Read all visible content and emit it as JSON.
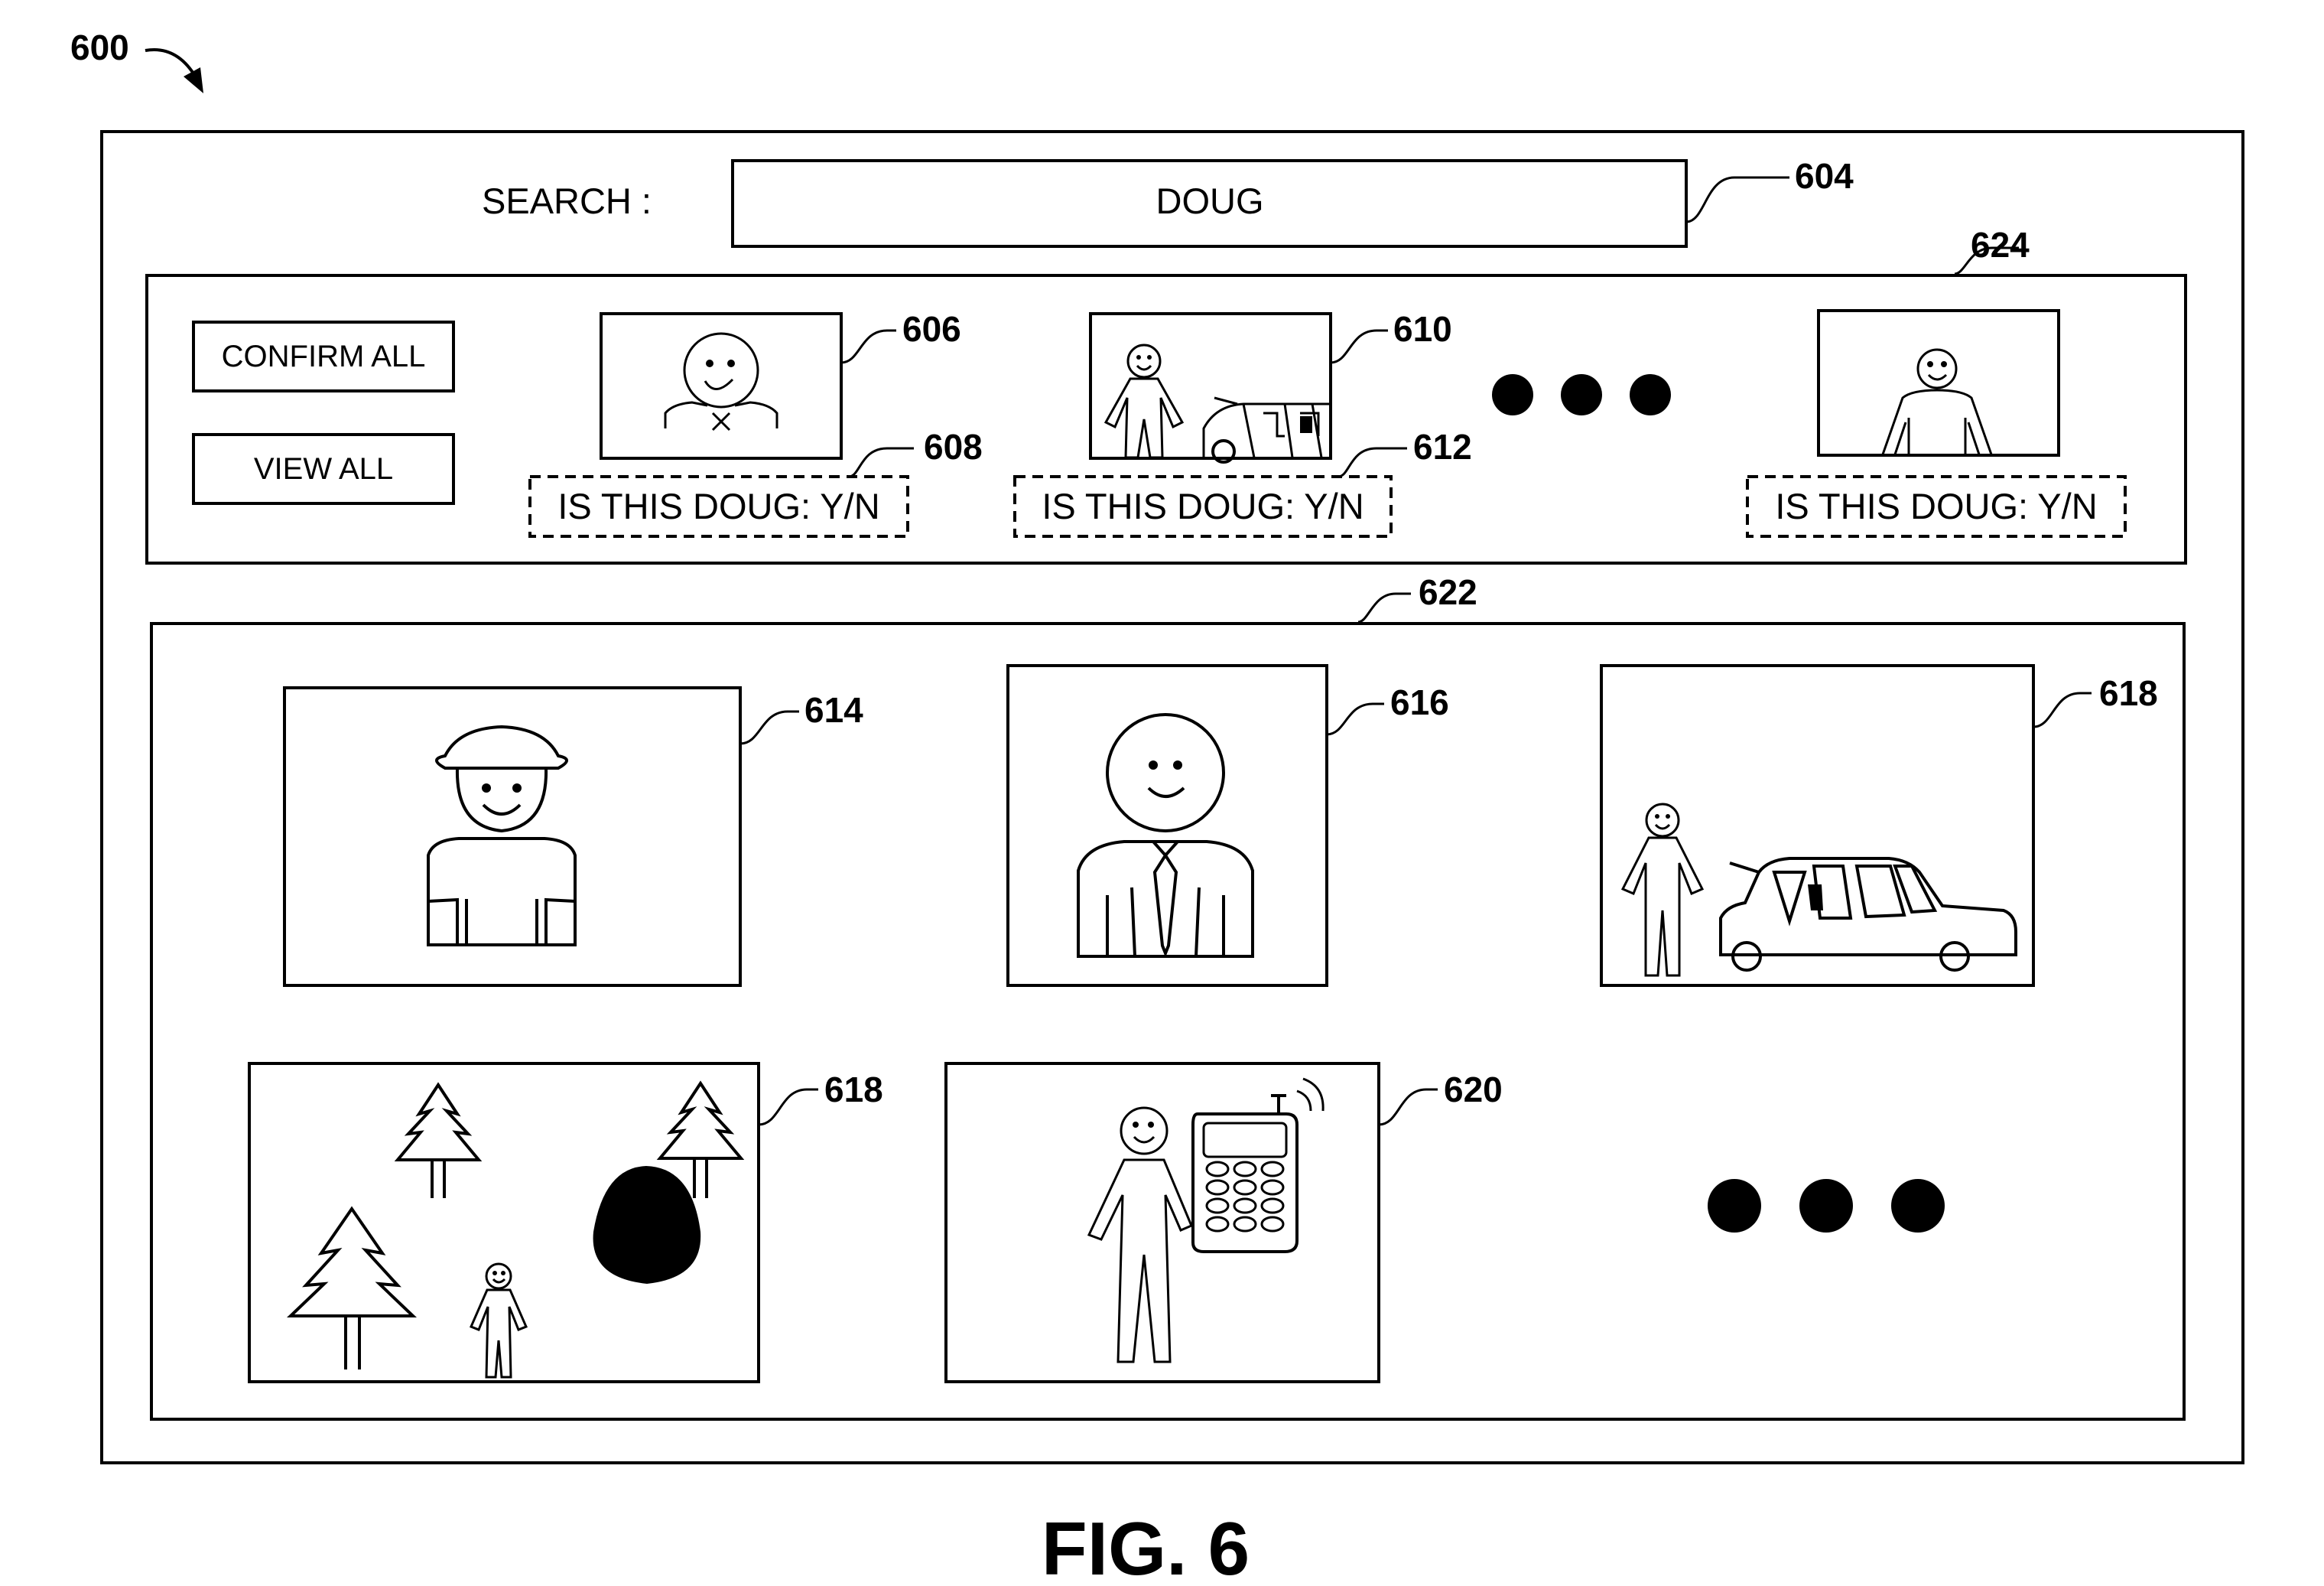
{
  "figure_number": "600",
  "search": {
    "label": "SEARCH :",
    "value": "DOUG",
    "ref": "604"
  },
  "suggestions_panel": {
    "ref": "624",
    "buttons": {
      "confirm_all": "CONFIRM ALL",
      "view_all": "VIEW ALL"
    },
    "thumbnails": [
      {
        "ref": "606",
        "prompt_ref": "608",
        "prompt": "IS THIS DOUG: Y/N",
        "content": "person-face-icon"
      },
      {
        "ref": "610",
        "prompt_ref": "612",
        "prompt": "IS THIS DOUG: Y/N",
        "content": "person-with-car-icon"
      },
      {
        "ref": "",
        "prompt_ref": "",
        "prompt": "IS THIS DOUG: Y/N",
        "content": "person-standing-icon"
      }
    ]
  },
  "results_panel": {
    "ref": "622",
    "images": [
      {
        "ref": "614",
        "content": "person-with-cap-icon"
      },
      {
        "ref": "616",
        "content": "person-with-tie-icon"
      },
      {
        "ref": "618",
        "content": "person-with-car-icon"
      },
      {
        "ref": "618",
        "content": "person-in-forest-icon"
      },
      {
        "ref": "620",
        "content": "person-with-phone-icon"
      }
    ]
  },
  "caption": "FIG. 6"
}
